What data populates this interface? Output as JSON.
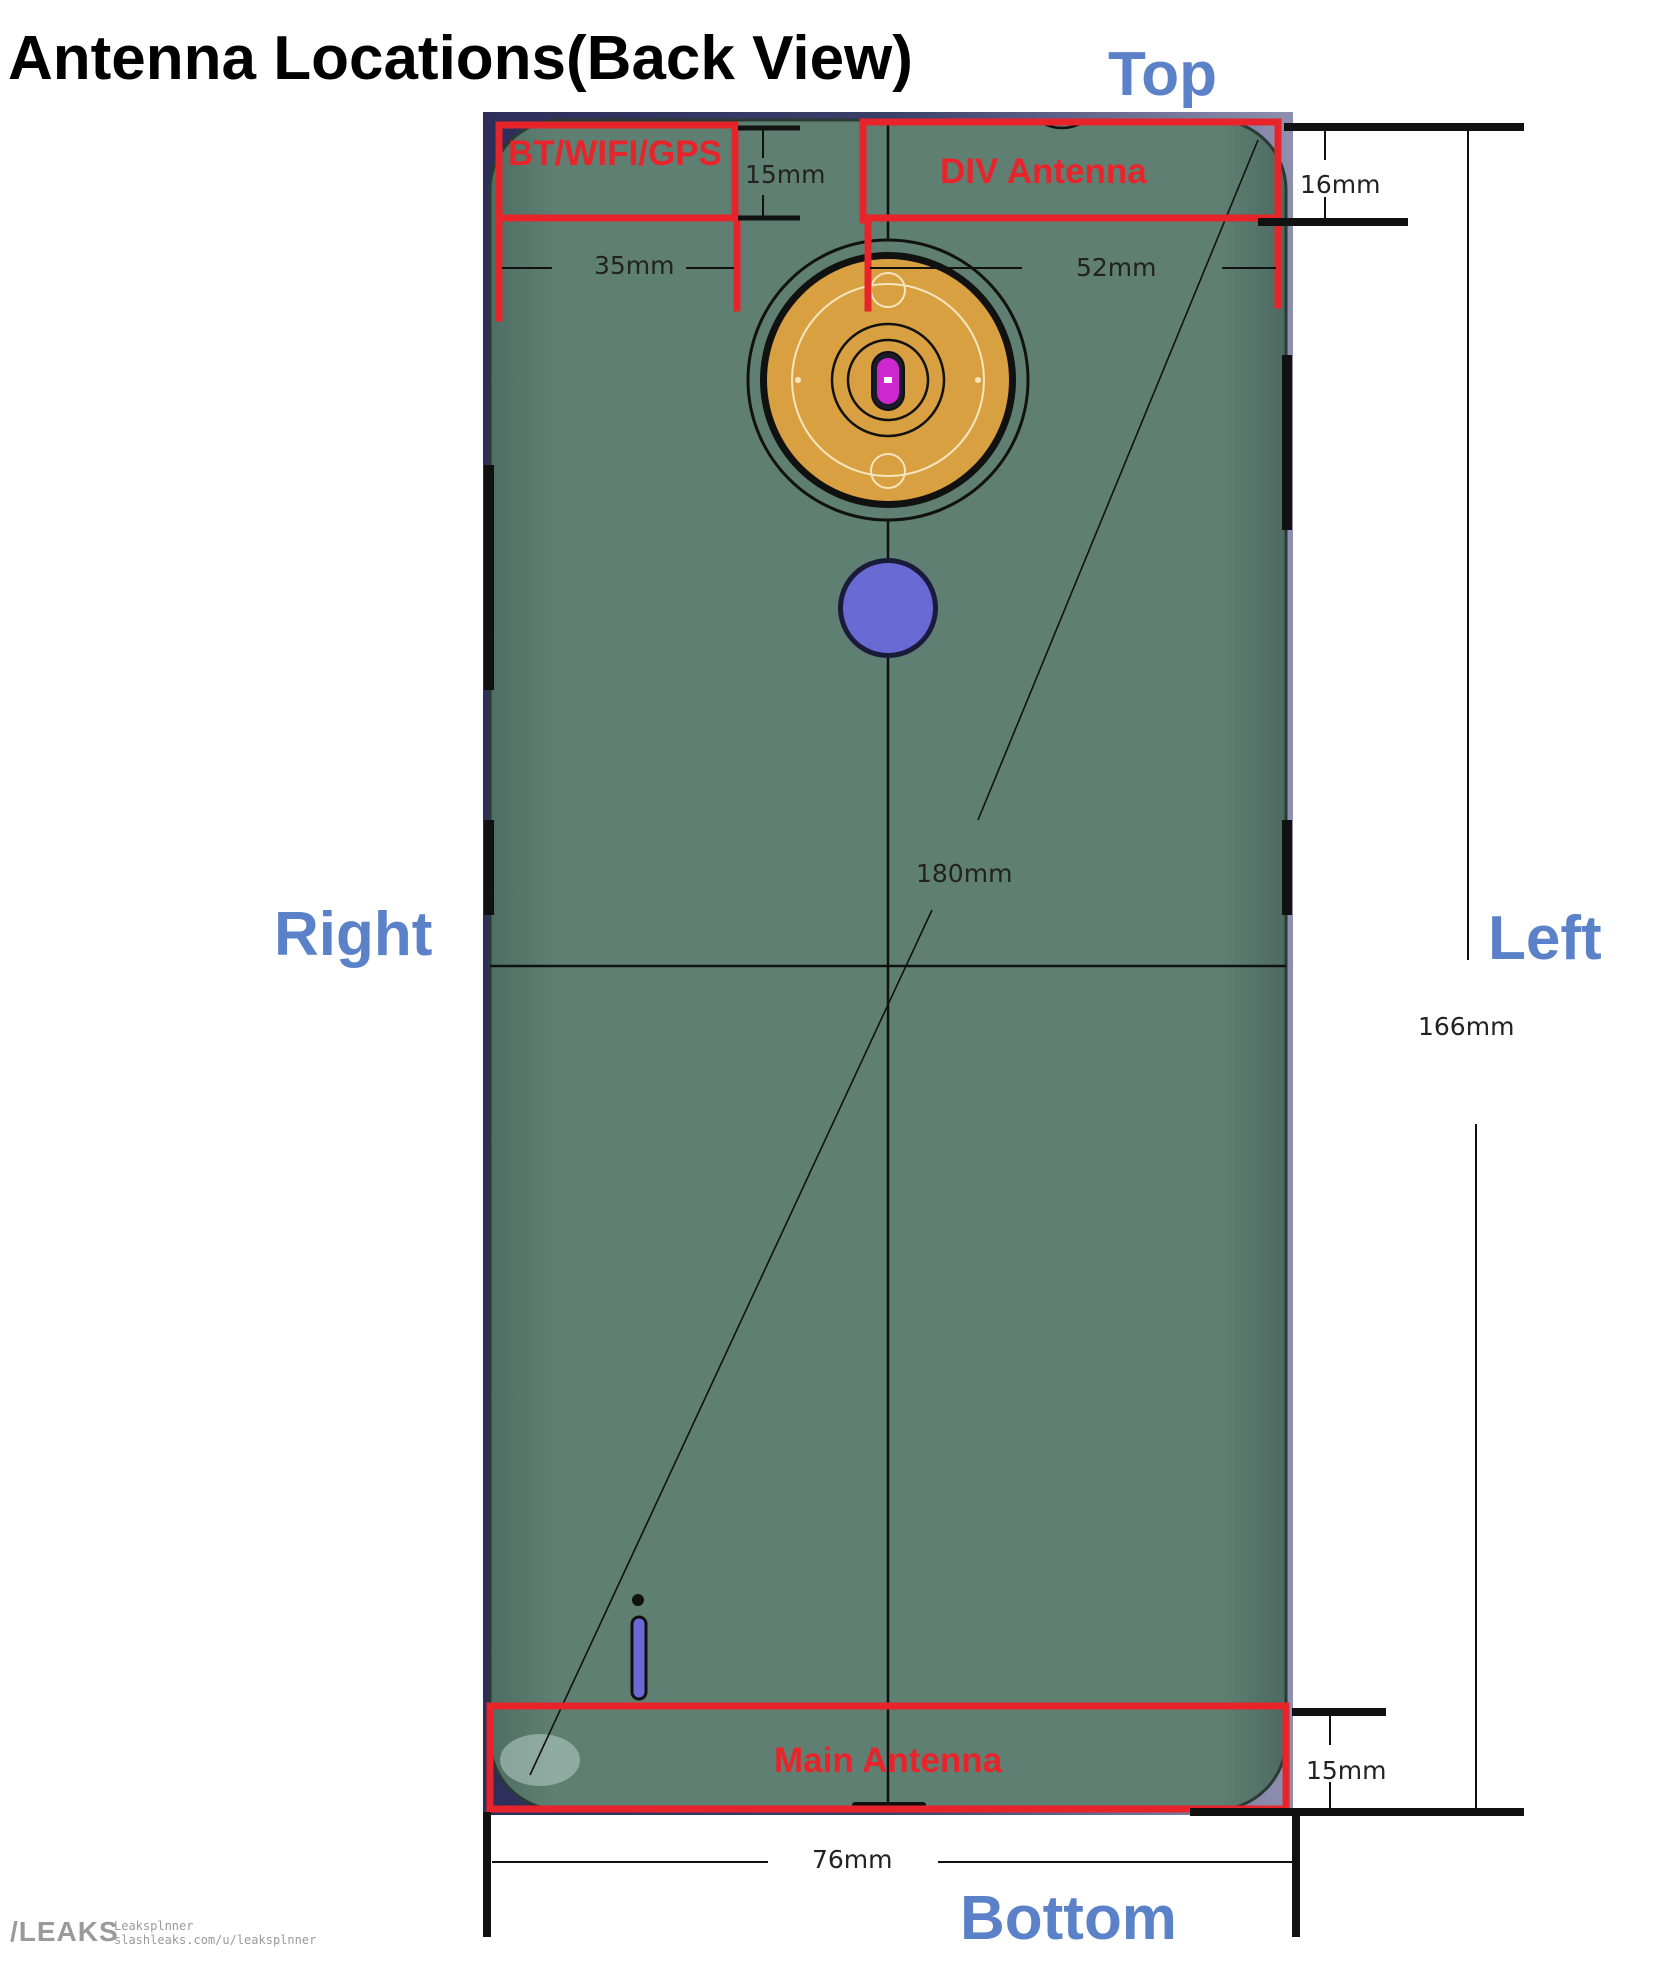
{
  "title": "Antenna Locations(Back View)",
  "orientation": {
    "top": "Top",
    "bottom": "Bottom",
    "left": "Left",
    "right": "Right"
  },
  "antennas": {
    "bt_wifi_gps": "BT/WIFI/GPS",
    "div": "DIV Antenna",
    "main": "Main Antenna"
  },
  "dimensions": {
    "bt_height": "15mm",
    "bt_width": "35mm",
    "div_width": "52mm",
    "div_height": "16mm",
    "diagonal": "180mm",
    "overall_height": "166mm",
    "main_height": "15mm",
    "overall_width": "76mm"
  },
  "watermark": {
    "logo": "/LEAKS",
    "line1": "Leaksplnner",
    "line2": "slashleaks.com/u/leaksplnner"
  },
  "colors": {
    "label_blue": "#5b82c8",
    "antenna_red": "#e8242b",
    "phone_body": "#5f7f73",
    "camera_ring": "#d8a040",
    "sensor": "#6a6ad4"
  }
}
